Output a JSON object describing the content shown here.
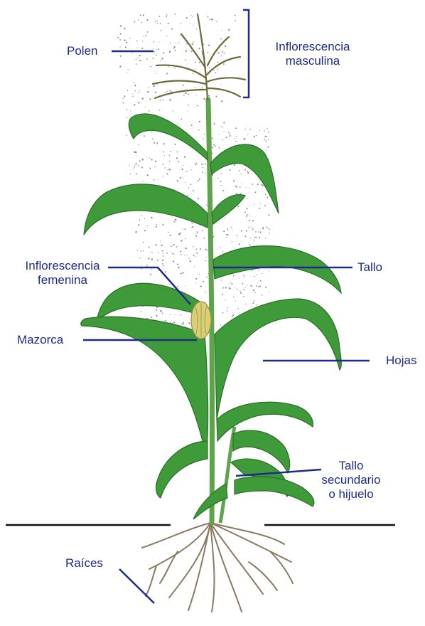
{
  "labels": {
    "polen": "Polen",
    "inflorescencia_masculina": [
      "Inflorescencia",
      "masculina"
    ],
    "inflorescencia_femenina": [
      "Inflorescencia",
      "femenina"
    ],
    "tallo": "Tallo",
    "mazorca": "Mazorca",
    "hojas": "Hojas",
    "tallo_secundario": [
      "Tallo",
      "secundario",
      "o hijuelo"
    ],
    "raices": "Raíces"
  },
  "colors": {
    "label_text": "#1f2b8a",
    "leader_line": "#1f2b8a",
    "ground_line": "#111111",
    "leaf": "#3f9a3a",
    "leaf_dark": "#2a6e28",
    "stalk": "#5da44a",
    "tassel": "#6f6a3a",
    "cob": "#d8cf78",
    "root": "#8a7a62",
    "pollen": "#8c8c8c"
  }
}
